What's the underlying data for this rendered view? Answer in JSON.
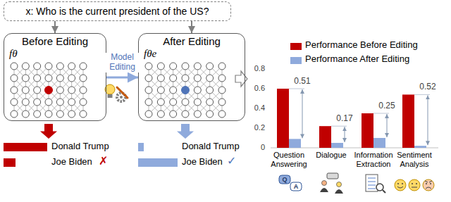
{
  "diagram": {
    "nodes": [
      {
        "text": [
          "x: Who is the current president of the US?"
        ]
      },
      {
        "text": [
          "Before Editing",
          "fθ"
        ]
      },
      {
        "text": [
          "After Editing",
          "fθe"
        ]
      }
    ],
    "edges": [
      {
        "from": 0,
        "to": 1,
        "arrow": "to"
      },
      {
        "from": 0,
        "to": 2,
        "arrow": "to"
      },
      {
        "from": 1,
        "to": 2,
        "arrow": "to",
        "label": "Model Editing"
      }
    ],
    "labels": [
      "Donald Trump",
      "Joe Biden",
      "✗",
      "Donald Trump",
      "Joe Biden",
      "✓",
      "0",
      "0.2",
      "0.4",
      "0.6",
      "0.8",
      "0.51",
      "0.17",
      "0.25",
      "0.52",
      "Question Answering",
      "Dialogue",
      "Information Extraction",
      "Sentiment Analysis",
      "Q",
      "A"
    ],
    "legend": [
      {
        "text": "Performance Before Editing",
        "color": "#C00000"
      },
      {
        "text": "Performance After Editing",
        "color": "#8FAADC"
      }
    ]
  }
}
